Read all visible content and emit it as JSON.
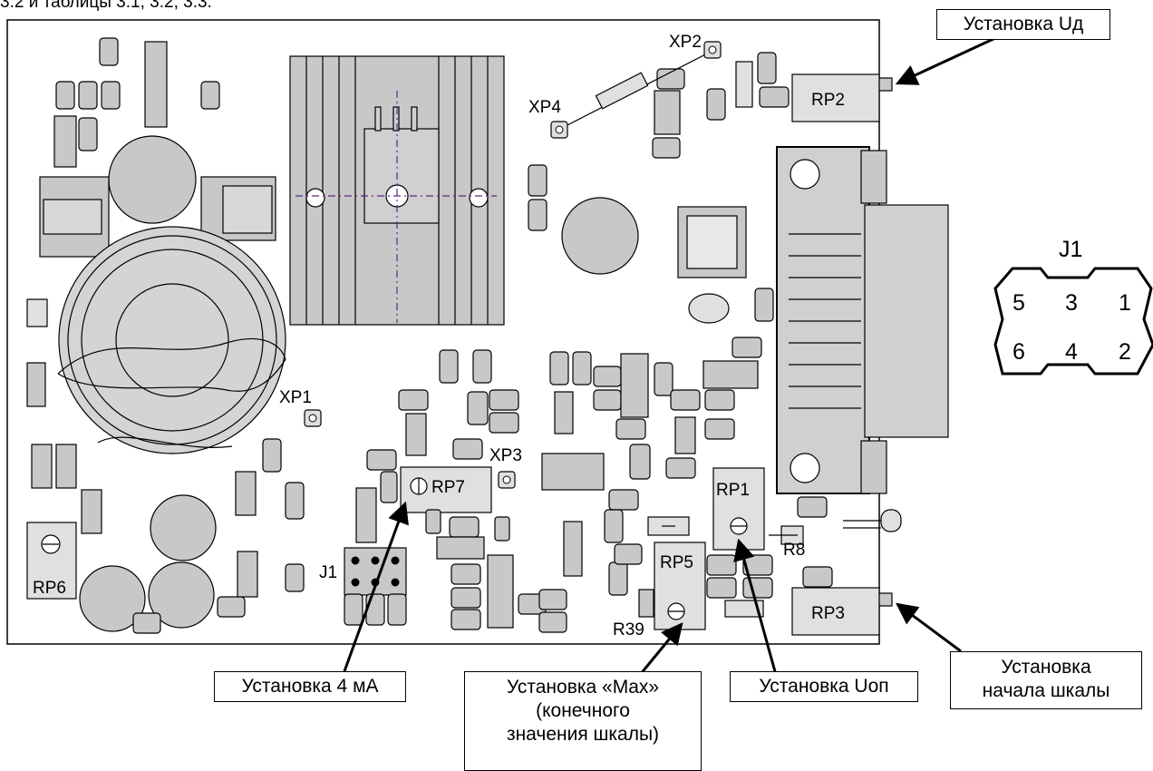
{
  "header_fragment": "3.2 и таблицы 3.1, 3.2, 3.3.",
  "callouts": {
    "ud": "Установка Uд",
    "ma4": "Установка 4 мА",
    "max_line1": "Установка «Max»",
    "max_line2": "(конечного",
    "max_line3": "значения шкалы)",
    "uop": "Установка Uоп",
    "start_line1": "Установка",
    "start_line2": "начала шкалы"
  },
  "board_labels": {
    "xp1": "XP1",
    "xp2": "XP2",
    "xp3": "XP3",
    "xp4": "XP4",
    "rp1": "RP1",
    "rp2": "RP2",
    "rp3": "RP3",
    "rp5": "RP5",
    "rp6": "RP6",
    "rp7": "RP7",
    "r8": "R8",
    "r39": "R39",
    "j1": "J1"
  },
  "connector_j1": {
    "title": "J1",
    "pins_top": [
      "5",
      "3",
      "1"
    ],
    "pins_bottom": [
      "6",
      "4",
      "2"
    ]
  },
  "colors": {
    "component_fill": "#c8c8c8",
    "outline": "#000000",
    "heatsink_line": "#5a2a82"
  }
}
